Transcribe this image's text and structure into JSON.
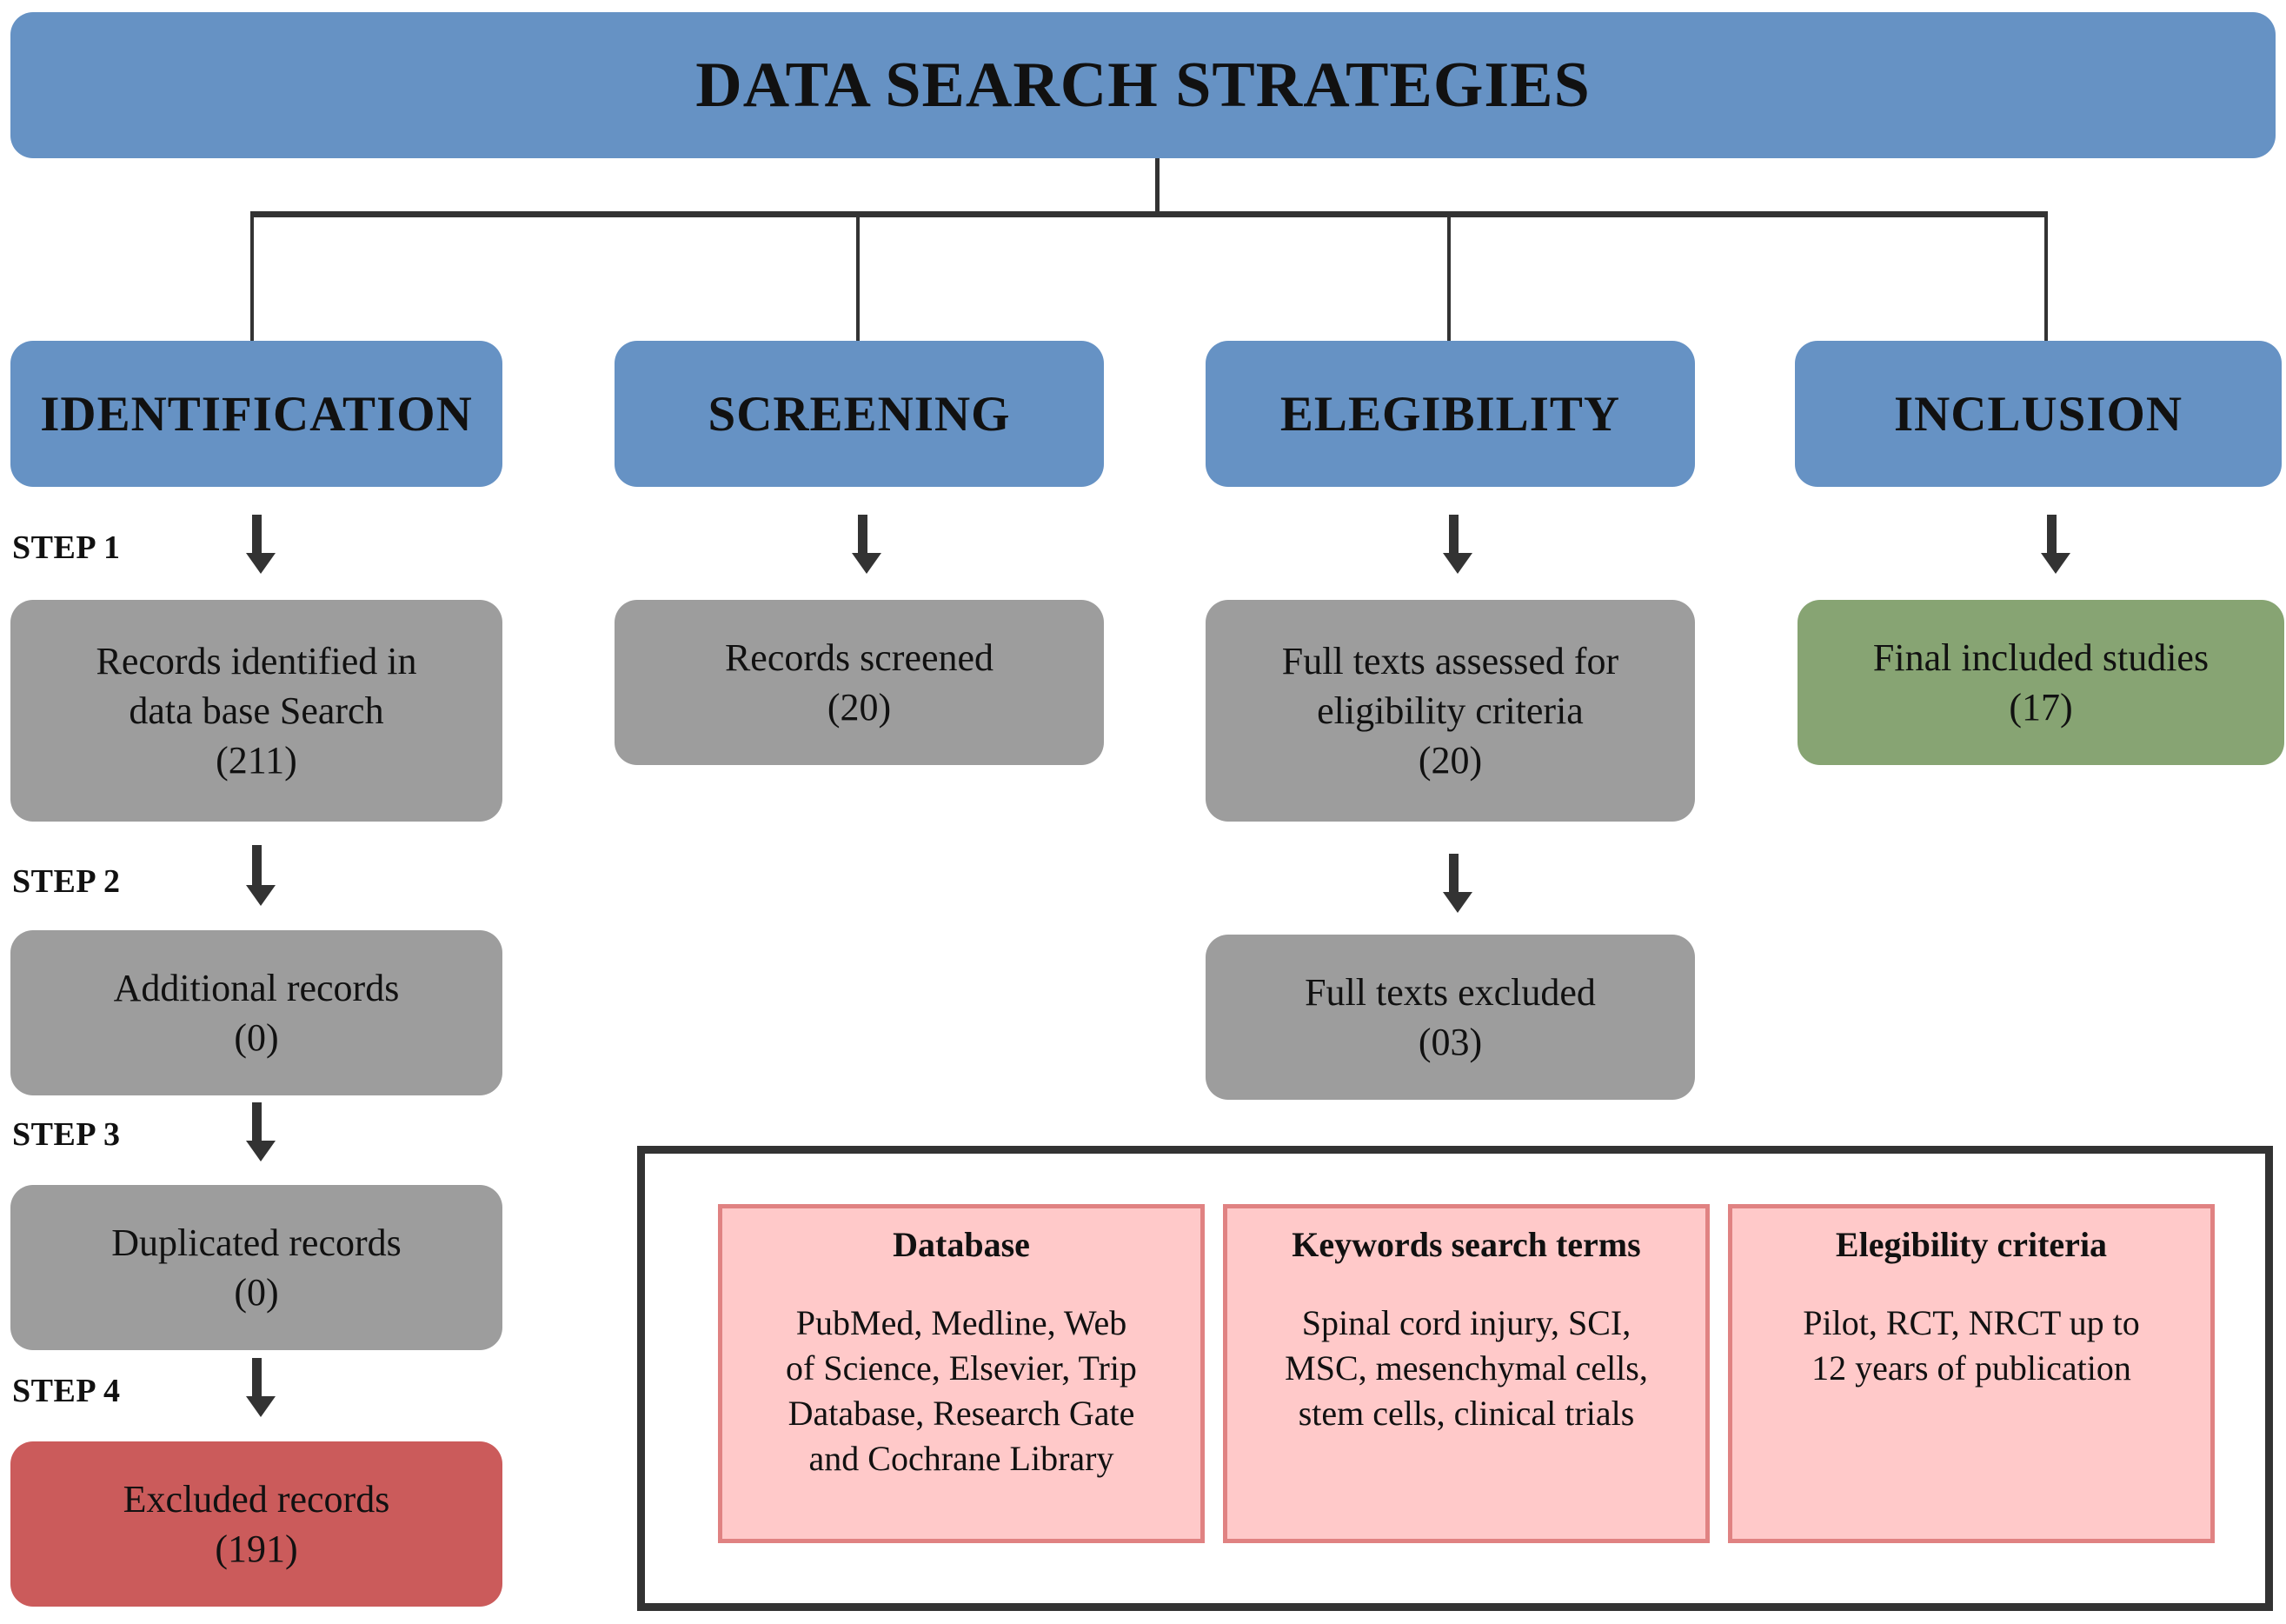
{
  "title": "DATA SEARCH STRATEGIES",
  "stages": [
    {
      "label": "IDENTIFICATION"
    },
    {
      "label": "SCREENING"
    },
    {
      "label": "ELEGIBILITY"
    },
    {
      "label": "INCLUSION"
    }
  ],
  "steps": [
    {
      "label": "STEP 1"
    },
    {
      "label": "STEP 2"
    },
    {
      "label": "STEP 3"
    },
    {
      "label": "STEP 4"
    }
  ],
  "nodes": {
    "records_identified": {
      "line1": "Records identified  in",
      "line2": "data base Search",
      "count": "(211)",
      "color": "#9d9d9d"
    },
    "additional_records": {
      "line1": "Additional  records",
      "count": "(0)",
      "color": "#9d9d9d"
    },
    "duplicated_records": {
      "line1": "Duplicated  records",
      "count": "(0)",
      "color": "#9d9d9d"
    },
    "excluded_records": {
      "line1": "Excluded  records",
      "count": "(191)",
      "color": "#cb5b5b"
    },
    "records_screened": {
      "line1": "Records  screened",
      "count": "(20)",
      "color": "#9d9d9d"
    },
    "full_texts_assessed": {
      "line1": "Full texts assessed  for",
      "line2": "eligibility  criteria",
      "count": "(20)",
      "color": "#9d9d9d"
    },
    "full_texts_excluded": {
      "line1": "Full texts excluded",
      "count": "(03)",
      "color": "#9d9d9d"
    },
    "final_included": {
      "line1": "Final included  studies",
      "count": "(17)",
      "color": "#87a473"
    }
  },
  "info_panel": {
    "cards": [
      {
        "heading": "Database",
        "lines": [
          "PubMed, Medline, Web",
          "of Science, Elsevier, Trip",
          "Database, Research Gate",
          "and Cochrane Library"
        ]
      },
      {
        "heading": "Keywords search terms",
        "lines": [
          "Spinal cord injury, SCI,",
          "MSC, mesenchymal cells,",
          "stem cells, clinical trials"
        ]
      },
      {
        "heading": "Elegibility criteria",
        "lines": [
          "Pilot, RCT, NRCT up to",
          "12 years of publication"
        ]
      }
    ]
  },
  "colors": {
    "banner_blue": "#6692c4",
    "node_gray": "#9d9d9d",
    "node_green": "#87a473",
    "node_red": "#cb5b5b",
    "card_fill": "#ffc9c9",
    "card_border": "#e08282",
    "connector": "#333333"
  }
}
